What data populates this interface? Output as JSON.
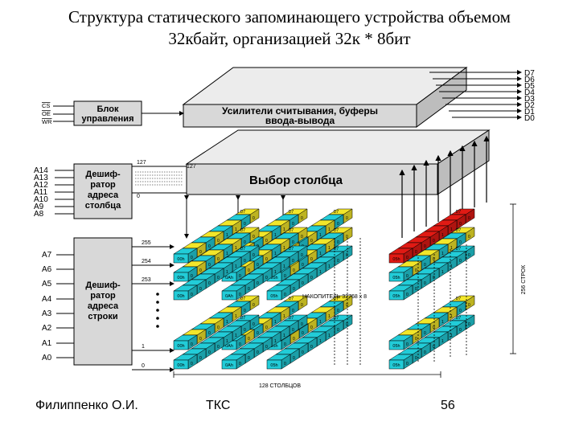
{
  "slide": {
    "title_line1": "Структура статического запоминающего устройства объемом",
    "title_line2": "32кбайт, организацией 32к * 8бит"
  },
  "control": {
    "signals": [
      "CS",
      "OE",
      "WR"
    ],
    "block_line1": "Блок",
    "block_line2": "управления"
  },
  "io": {
    "line1": "Усилители считывания, буферы",
    "line2": "ввода-вывода",
    "data_lines": [
      "D7",
      "D6",
      "D5",
      "D4",
      "D3",
      "D2",
      "D1",
      "D0"
    ]
  },
  "column_decoder": {
    "inputs": [
      "A14",
      "A13",
      "A12",
      "A11",
      "A10",
      "A9",
      "A8"
    ],
    "lines": [
      "Дешиф-",
      "ратор",
      "адреса",
      "столбца"
    ],
    "out_top": "127",
    "out_bottom": "0",
    "select_top": "127",
    "select_label": "Выбор столбца"
  },
  "row_decoder": {
    "inputs": [
      "A7",
      "A6",
      "A5",
      "A4",
      "A3",
      "A2",
      "A1",
      "A0"
    ],
    "lines": [
      "Дешиф-",
      "ратор",
      "адреса",
      "строки"
    ],
    "row_labels": [
      "255",
      "254",
      "253",
      "1",
      "0"
    ]
  },
  "array": {
    "storage_label": "НАКОПИТЕЛЬ 32768 x 8",
    "columns_label": "128 СТОЛБЦОВ",
    "rows_label": "256 СТРОК",
    "cell_bits": [
      "D7",
      "D6",
      "D5",
      "D4",
      "D3",
      "D2",
      "D1",
      "D0"
    ],
    "cell_values": [
      "00h",
      "0Ah",
      "05h"
    ],
    "bit_values": [
      "0",
      "1"
    ]
  },
  "colors": {
    "cyan": "#22ccd8",
    "yellow": "#f2e62a",
    "red": "#e01a14",
    "block_grey": "#d8d8d8"
  },
  "footer": {
    "author": "Филиппенко О.И.",
    "subject": "ТКС",
    "page": "56"
  }
}
